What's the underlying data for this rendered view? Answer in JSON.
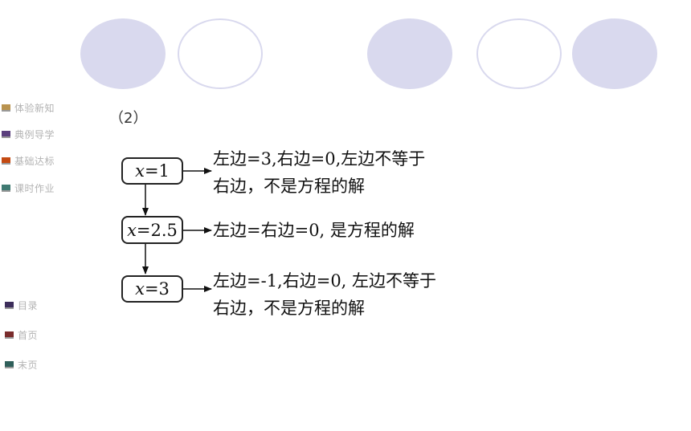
{
  "decorations": {
    "circles": [
      {
        "style": "filled"
      },
      {
        "style": "ring"
      },
      {
        "style": "filled"
      },
      {
        "style": "ring"
      },
      {
        "style": "filled"
      }
    ]
  },
  "sidebar": {
    "top_items": [
      {
        "label": "体验新知",
        "color": "#b9934f"
      },
      {
        "label": "典例导学",
        "color": "#5b3f7d"
      },
      {
        "label": "基础达标",
        "color": "#c44a12"
      },
      {
        "label": "课时作业",
        "color": "#3f7a72"
      }
    ],
    "bottom_items": [
      {
        "label": "目录",
        "color": "#3c2d5a"
      },
      {
        "label": "首页",
        "color": "#7a2c2c"
      },
      {
        "label": "末页",
        "color": "#2f5f5a"
      }
    ]
  },
  "content": {
    "part_label": "（2）",
    "steps": [
      {
        "var": "x",
        "rest": "=1",
        "line1": "左边=3,右边=0,左边不等于",
        "line2": "右边，不是方程的解"
      },
      {
        "var": "x",
        "rest": "=2.5",
        "line1": "左边=右边=0, 是方程的解",
        "line2": ""
      },
      {
        "var": "x",
        "rest": "=3",
        "line1": "左边=-1,右边=0, 左边不等于",
        "line2": "右边，不是方程的解"
      }
    ]
  }
}
